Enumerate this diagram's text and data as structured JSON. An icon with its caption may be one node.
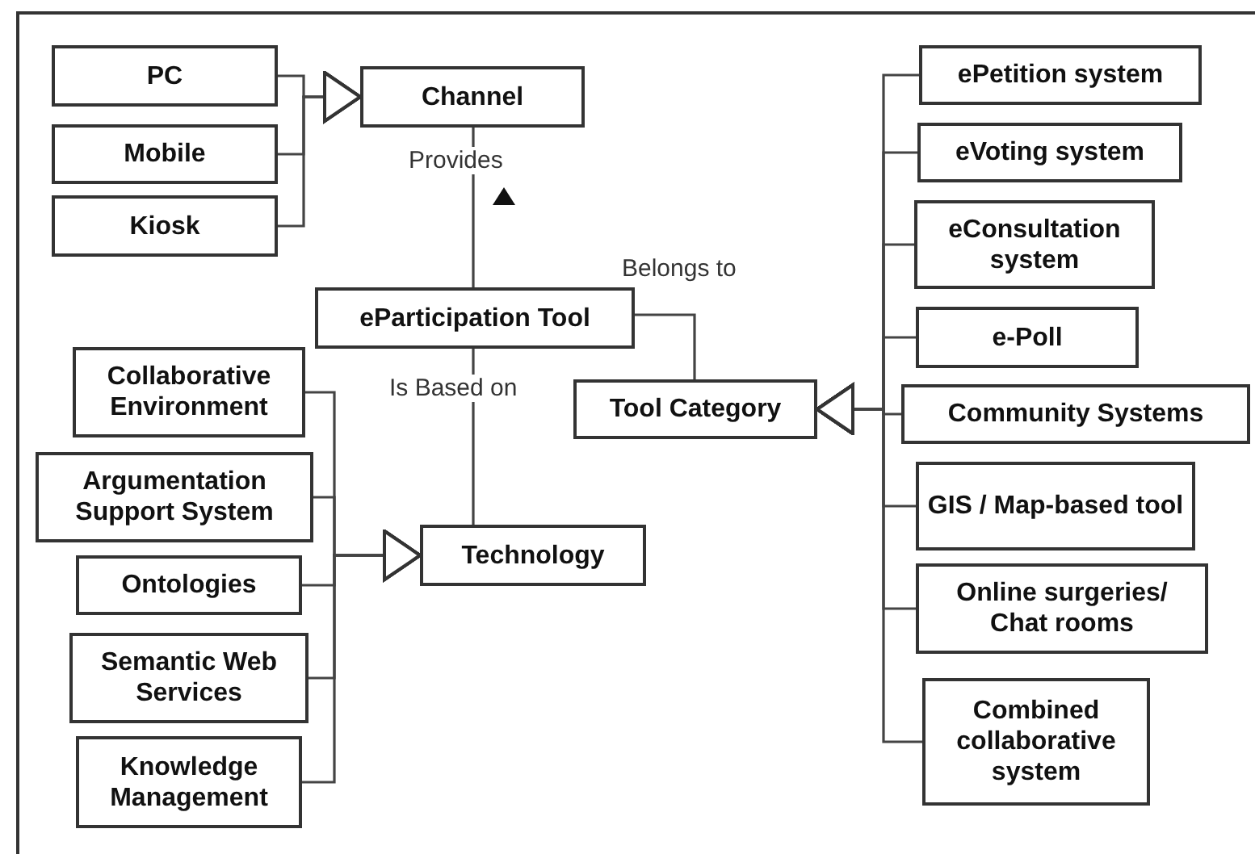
{
  "diagram": {
    "nodes": [
      {
        "text": [
          "PC"
        ]
      },
      {
        "text": [
          "Mobile"
        ]
      },
      {
        "text": [
          "Kiosk"
        ]
      },
      {
        "text": [
          "Channel"
        ]
      },
      {
        "text": [
          "eParticipation Tool"
        ]
      },
      {
        "text": [
          "Collaborative Environment"
        ]
      },
      {
        "text": [
          "Argumentation Support System"
        ]
      },
      {
        "text": [
          "Ontologies"
        ]
      },
      {
        "text": [
          "Semantic Web Services"
        ]
      },
      {
        "text": [
          "Knowledge Management"
        ]
      },
      {
        "text": [
          "Technology"
        ]
      },
      {
        "text": [
          "Tool Category"
        ]
      },
      {
        "text": [
          "ePetition system"
        ]
      },
      {
        "text": [
          "eVoting system"
        ]
      },
      {
        "text": [
          "eConsultation system"
        ]
      },
      {
        "text": [
          "e-Poll"
        ]
      },
      {
        "text": [
          "Community Systems"
        ]
      },
      {
        "text": [
          "GIS / Map-based tool"
        ]
      },
      {
        "text": [
          "Online surgeries/ Chat rooms"
        ]
      },
      {
        "text": [
          "Combined collaborative system"
        ]
      }
    ],
    "edges": [
      {
        "from": 0,
        "to": 3,
        "arrow": "to"
      },
      {
        "from": 1,
        "to": 3,
        "arrow": "to"
      },
      {
        "from": 2,
        "to": 3,
        "arrow": "to"
      },
      {
        "from": 3,
        "to": 4,
        "arrow": "none",
        "label": "Provides"
      },
      {
        "from": 4,
        "to": 11,
        "arrow": "none",
        "label": "Belongs to"
      },
      {
        "from": 4,
        "to": 10,
        "arrow": "none",
        "label": "Is Based on"
      },
      {
        "from": 5,
        "to": 10,
        "arrow": "to"
      },
      {
        "from": 6,
        "to": 10,
        "arrow": "to"
      },
      {
        "from": 7,
        "to": 10,
        "arrow": "to"
      },
      {
        "from": 8,
        "to": 10,
        "arrow": "to"
      },
      {
        "from": 9,
        "to": 10,
        "arrow": "to"
      },
      {
        "from": 12,
        "to": 11,
        "arrow": "to"
      },
      {
        "from": 13,
        "to": 11,
        "arrow": "to"
      },
      {
        "from": 14,
        "to": 11,
        "arrow": "to"
      },
      {
        "from": 15,
        "to": 11,
        "arrow": "to"
      },
      {
        "from": 16,
        "to": 11,
        "arrow": "to"
      },
      {
        "from": 17,
        "to": 11,
        "arrow": "to"
      },
      {
        "from": 18,
        "to": 11,
        "arrow": "to"
      },
      {
        "from": 19,
        "to": 11,
        "arrow": "to"
      }
    ]
  }
}
